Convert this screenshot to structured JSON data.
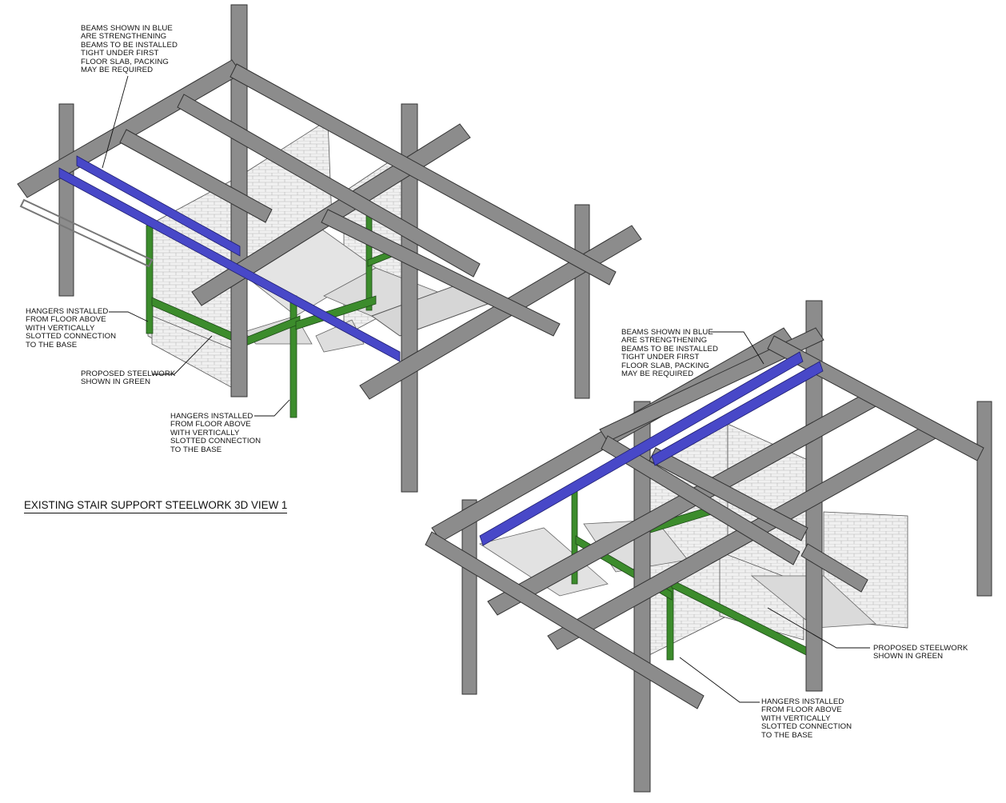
{
  "view_title": "EXISTING STAIR SUPPORT STEELWORK 3D VIEW 1",
  "notes": {
    "view1_blue_beams": [
      "BEAMS SHOWN IN BLUE",
      "ARE STRENGTHENING",
      "BEAMS TO BE INSTALLED",
      "TIGHT UNDER FIRST",
      "FLOOR SLAB, PACKING",
      "MAY BE REQUIRED"
    ],
    "view1_hangers_a": [
      "HANGERS INSTALLED",
      "FROM FLOOR ABOVE",
      "WITH VERTICALLY",
      "SLOTTED CONNECTION",
      "TO THE BASE"
    ],
    "view1_green": [
      "PROPOSED STEELWORK",
      "SHOWN IN GREEN"
    ],
    "view1_hangers_b": [
      "HANGERS INSTALLED",
      "FROM FLOOR ABOVE",
      "WITH VERTICALLY",
      "SLOTTED CONNECTION",
      "TO THE BASE"
    ],
    "view2_blue_beams": [
      "BEAMS SHOWN IN BLUE",
      "ARE STRENGTHENING",
      "BEAMS TO BE INSTALLED",
      "TIGHT UNDER FIRST",
      "FLOOR SLAB, PACKING",
      "MAY BE REQUIRED"
    ],
    "view2_green": [
      "PROPOSED STEELWORK",
      "SHOWN IN GREEN"
    ],
    "view2_hangers": [
      "HANGERS INSTALLED",
      "FROM FLOOR ABOVE",
      "WITH VERTICALLY",
      "SLOTTED CONNECTION",
      "TO THE BASE"
    ]
  },
  "colors": {
    "existing_steel": "#8c8c8c",
    "steel_edge": "#333333",
    "strengthening_beam": "#4848c8",
    "proposed_steel": "#3c8c2c",
    "masonry": "#ececec",
    "stair_glass": "#e2e2e2"
  }
}
